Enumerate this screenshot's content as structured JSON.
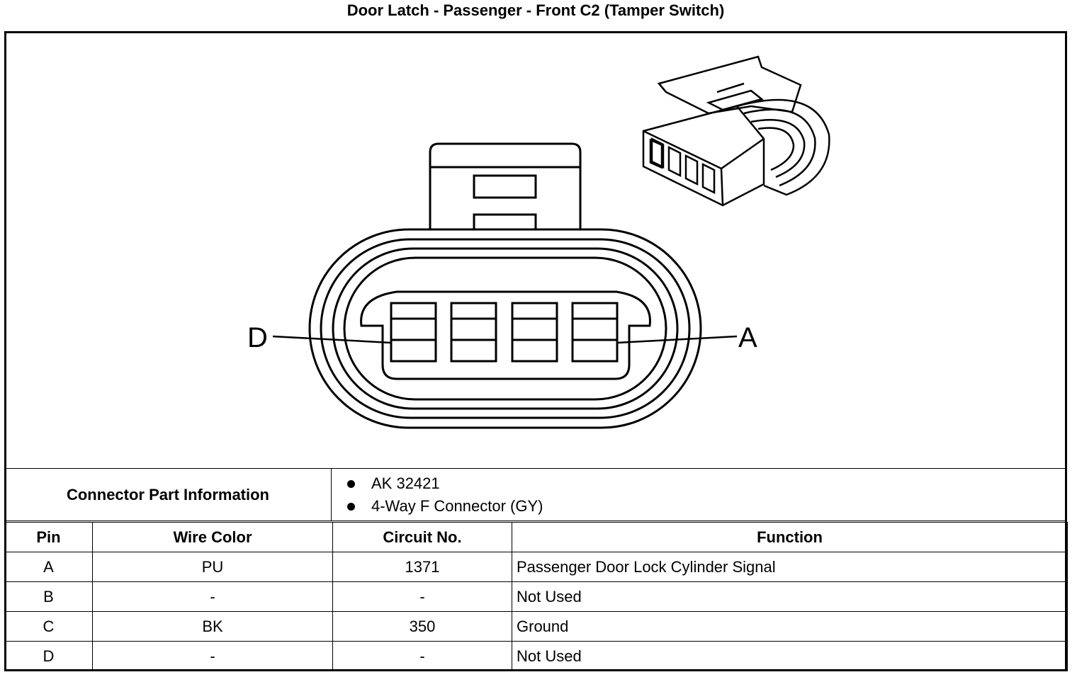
{
  "title": "Door Latch - Passenger - Front C2 (Tamper Switch)",
  "diagram": {
    "pin_label_left": "D",
    "pin_label_right": "A"
  },
  "connector_info": {
    "label": "Connector Part Information",
    "items": [
      "AK 32421",
      "4-Way F Connector (GY)"
    ]
  },
  "table": {
    "headers": [
      "Pin",
      "Wire Color",
      "Circuit No.",
      "Function"
    ],
    "rows": [
      [
        "A",
        "PU",
        "1371",
        "Passenger Door Lock Cylinder Signal"
      ],
      [
        "B",
        "-",
        "-",
        "Not Used"
      ],
      [
        "C",
        "BK",
        "350",
        "Ground"
      ],
      [
        "D",
        "-",
        "-",
        "Not Used"
      ]
    ]
  }
}
